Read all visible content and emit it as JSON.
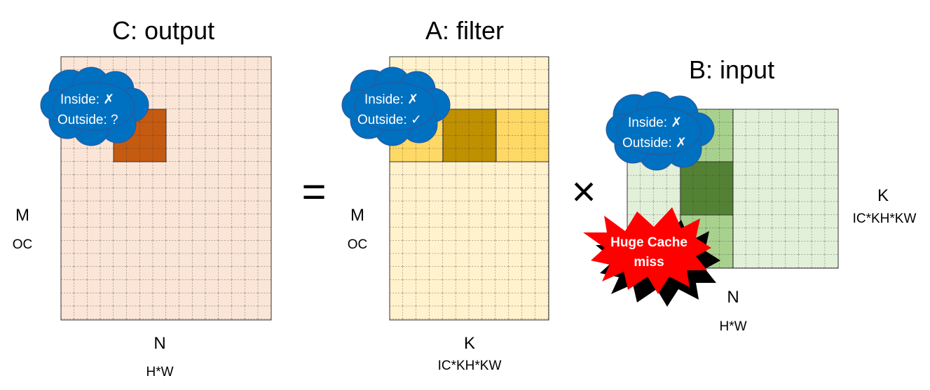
{
  "matrices": {
    "c": {
      "title": "C: output",
      "rows_label": "M",
      "rows_sub": "OC",
      "cols_label": "N",
      "cols_sub": "H*W",
      "cloud": {
        "inside": "Inside: ✗",
        "outside": "Outside: ?"
      }
    },
    "a": {
      "title": "A: filter",
      "rows_label": "M",
      "rows_sub": "OC",
      "cols_label": "K",
      "cols_sub": "IC*KH*KW",
      "cloud": {
        "inside": "Inside: ✗",
        "outside": "Outside: ✓"
      }
    },
    "b": {
      "title": "B: input",
      "rows_label": "K",
      "rows_sub": "IC*KH*KW",
      "cols_label": "N",
      "cols_sub": "H*W",
      "cloud": {
        "inside": "Inside: ✗",
        "outside": "Outside: ✗"
      }
    }
  },
  "operators": {
    "equals": "=",
    "times": "×"
  },
  "burst": {
    "line1": "Huge Cache",
    "line2": "miss"
  },
  "colors": {
    "c_fill": "#fbe5d6",
    "c_block": "#c55a11",
    "a_fill": "#fff2cc",
    "a_band": "#ffd966",
    "a_block": "#bf9000",
    "b_fill": "#e2f0d9",
    "b_band": "#a9d18e",
    "b_block": "#548235",
    "cloud": "#0070c0",
    "burst": "#ff0000",
    "burst_shadow": "#000000"
  }
}
